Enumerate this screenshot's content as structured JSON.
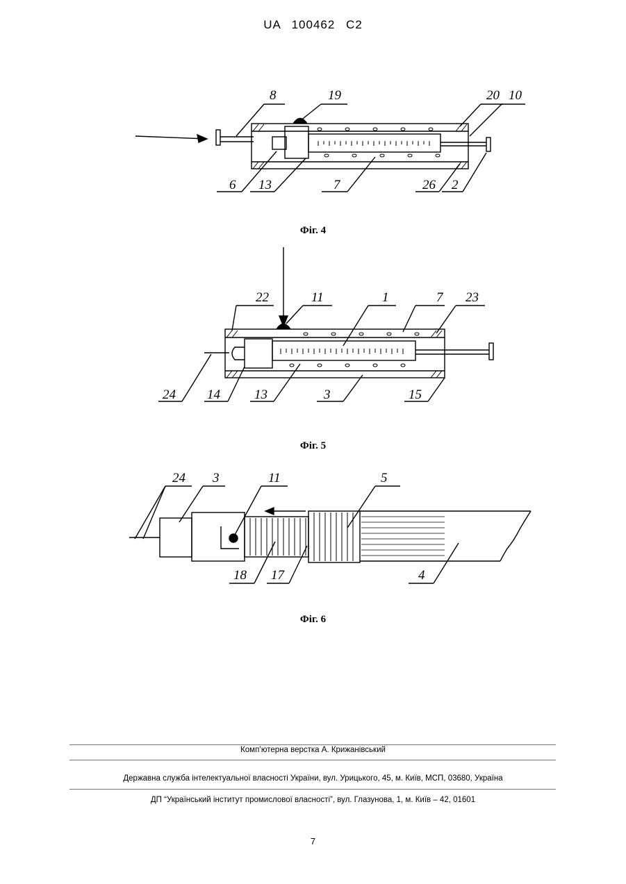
{
  "header": {
    "doc_id": "UA   100462   C2"
  },
  "figures": [
    {
      "caption": "Фіг. 4",
      "labels": {
        "l8": "8",
        "l19": "19",
        "l20": "20",
        "l10": "10",
        "l6": "6",
        "l13": "13",
        "l7": "7",
        "l26": "26",
        "l2": "2"
      }
    },
    {
      "caption": "Фіг. 5",
      "labels": {
        "l22": "22",
        "l11": "11",
        "l1": "1",
        "l7": "7",
        "l23": "23",
        "l24": "24",
        "l14": "14",
        "l13": "13",
        "l3": "3",
        "l15": "15"
      }
    },
    {
      "caption": "Фіг. 6",
      "labels": {
        "l24": "24",
        "l3": "3",
        "l11": "11",
        "l5": "5",
        "l18": "18",
        "l17": "17",
        "l4": "4"
      }
    }
  ],
  "footer": {
    "layout": "Комп’ютерна верстка А. Крижанівський",
    "service": "Державна служба інтелектуальної власності України, вул. Урицького, 45, м. Київ, МСП, 03680, Україна",
    "institute": "ДП “Український інститут промислової власності”, вул. Глазунова, 1, м. Київ – 42, 01601"
  },
  "page_number": "7"
}
